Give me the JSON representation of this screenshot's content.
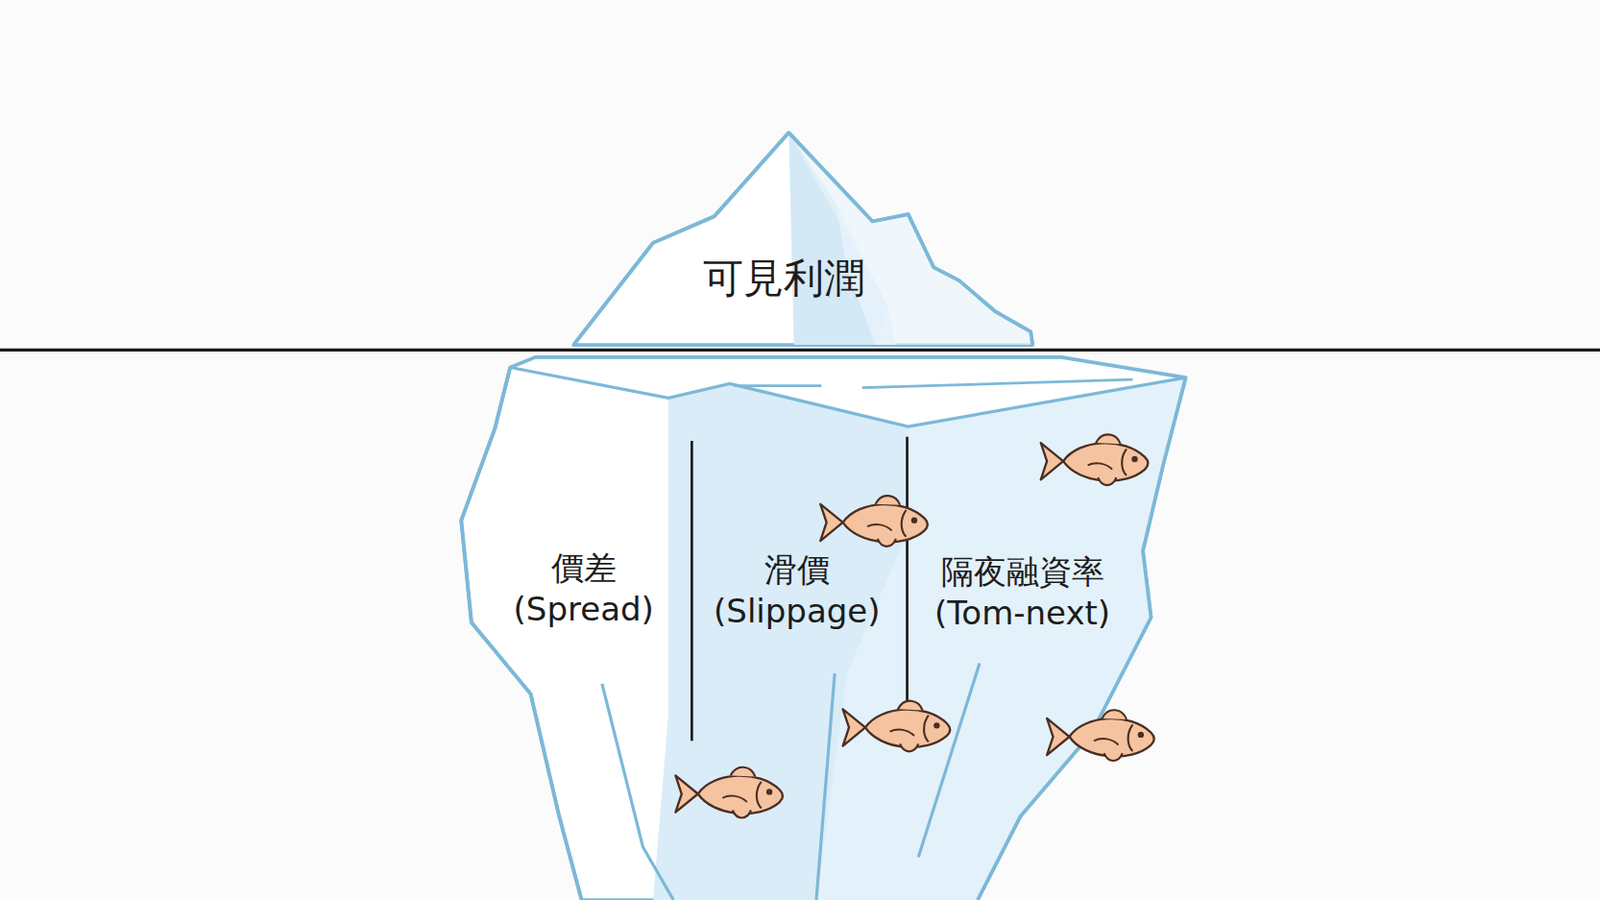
{
  "diagram": {
    "nodes": [
      {
        "text": [
          "可見利潤"
        ]
      },
      {
        "text": [
          "價差 (Spread)"
        ]
      },
      {
        "text": [
          "滑價 (Slippage)"
        ]
      },
      {
        "text": [
          "隔夜融資率 (Tom-next)"
        ]
      }
    ]
  }
}
